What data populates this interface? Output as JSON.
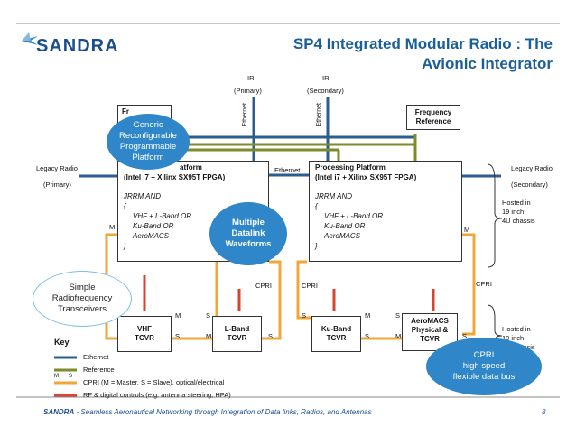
{
  "logo": {
    "text": "SANDRA"
  },
  "title": {
    "line1": "SP4 Integrated Modular Radio : The",
    "line2": "Avionic Integrator"
  },
  "top_labels": {
    "ir_primary": "IR",
    "ir_primary_sub": "(Primary)",
    "ir_secondary": "IR",
    "ir_secondary_sub": "(Secondary)",
    "ethernet_left": "Ethernet",
    "ethernet_right": "Ethernet"
  },
  "freq_left": {
    "partial": "Fr"
  },
  "freq_right": {
    "line1": "Frequency",
    "line2": "Reference"
  },
  "left_platform": {
    "title_partial": "atform",
    "subtitle": "(Intel i7 + Xilinx SX95T FPGA)",
    "l1": "JRRM AND",
    "l2": "{",
    "l3": "VHF + L-Band OR",
    "l4": "Ku-Band OR",
    "l5": "AeroMACS",
    "l6": "}"
  },
  "right_platform": {
    "title": "Processing Platform",
    "subtitle": "(Intel i7 + Xilinx SX95T FPGA)",
    "l1": "JRRM AND",
    "l2": "{",
    "l3": "VHF + L-Band OR",
    "l4": "Ku-Band OR",
    "l5": "AeroMACS",
    "l6": "}"
  },
  "ethernet_mid": "Ethernet",
  "legacy_left": {
    "line1": "Legacy Radio",
    "line2": "(Primary)"
  },
  "legacy_right": {
    "line1": "Legacy Radio",
    "line2": "(Secondary)"
  },
  "hosted1": {
    "l1": "Hosted in",
    "l2": "19 inch",
    "l3": "4U chassis"
  },
  "hosted2": {
    "l1": "Hosted in",
    "l2": "19 inch",
    "l3": "4U chassis"
  },
  "bubbles": {
    "generic": "Generic Reconfigurable Programmable Platform",
    "multiple": "Multiple Datalink Waveforms",
    "simple": "Simple Radiofrequency Transceivers",
    "cpri": {
      "l1": "CPRI",
      "l2": "high speed",
      "l3": "flexible data bus"
    }
  },
  "tcvr": {
    "vhf": {
      "l1": "VHF",
      "l2": "TCVR"
    },
    "lband": {
      "l1": "L-Band",
      "l2": "TCVR"
    },
    "kuband": {
      "l1": "Ku-Band",
      "l2": "TCVR"
    },
    "aeromacs": {
      "l1": "AeroMACS",
      "l2": "Physical &",
      "l3": "TCVR"
    }
  },
  "cpri_labels": {
    "a": "CPRI",
    "b": "CPRI",
    "c": "CPRI"
  },
  "ms": {
    "m": "M",
    "s": "S"
  },
  "key": {
    "title": "Key",
    "ethernet": "Ethernet",
    "reference": "Reference",
    "cpri": "CPRI  (M = Master, S = Slave), optical/electrical",
    "rf": "RF & digital controls (e.g. antenna steering, HPA)"
  },
  "footer": {
    "brand": "SANDRA",
    "text": " - Seamless Aeronautical Networking through Integration of Data links, Radios, and Antennas",
    "page": "8"
  },
  "colors": {
    "ethernet": "#2b5d8f",
    "reference": "#7f8a2a",
    "cpri": "#f2a63a",
    "rf": "#d9432f",
    "title": "#1a5e9a",
    "bubble": "#2f86c8"
  }
}
